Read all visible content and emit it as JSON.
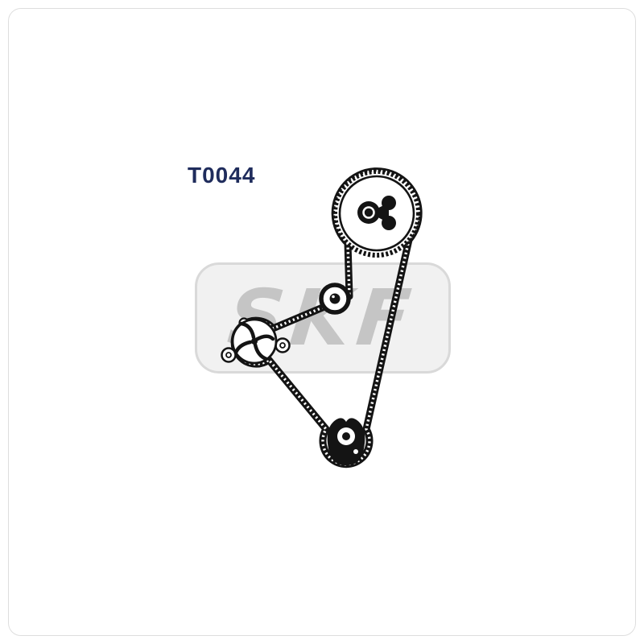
{
  "product": {
    "code": "T0044",
    "code_color": "#1f2c5c"
  },
  "watermark": {
    "text": "SKF",
    "fill_color": "#f1f1f1",
    "border_color": "#d9d9d9",
    "text_color": "#c5c5c5"
  },
  "diagram": {
    "ink_color": "#141414",
    "parts": [
      "timing-belt",
      "camshaft-sprocket",
      "tensioner-pulley",
      "water-pump",
      "crankshaft-sprocket"
    ]
  }
}
